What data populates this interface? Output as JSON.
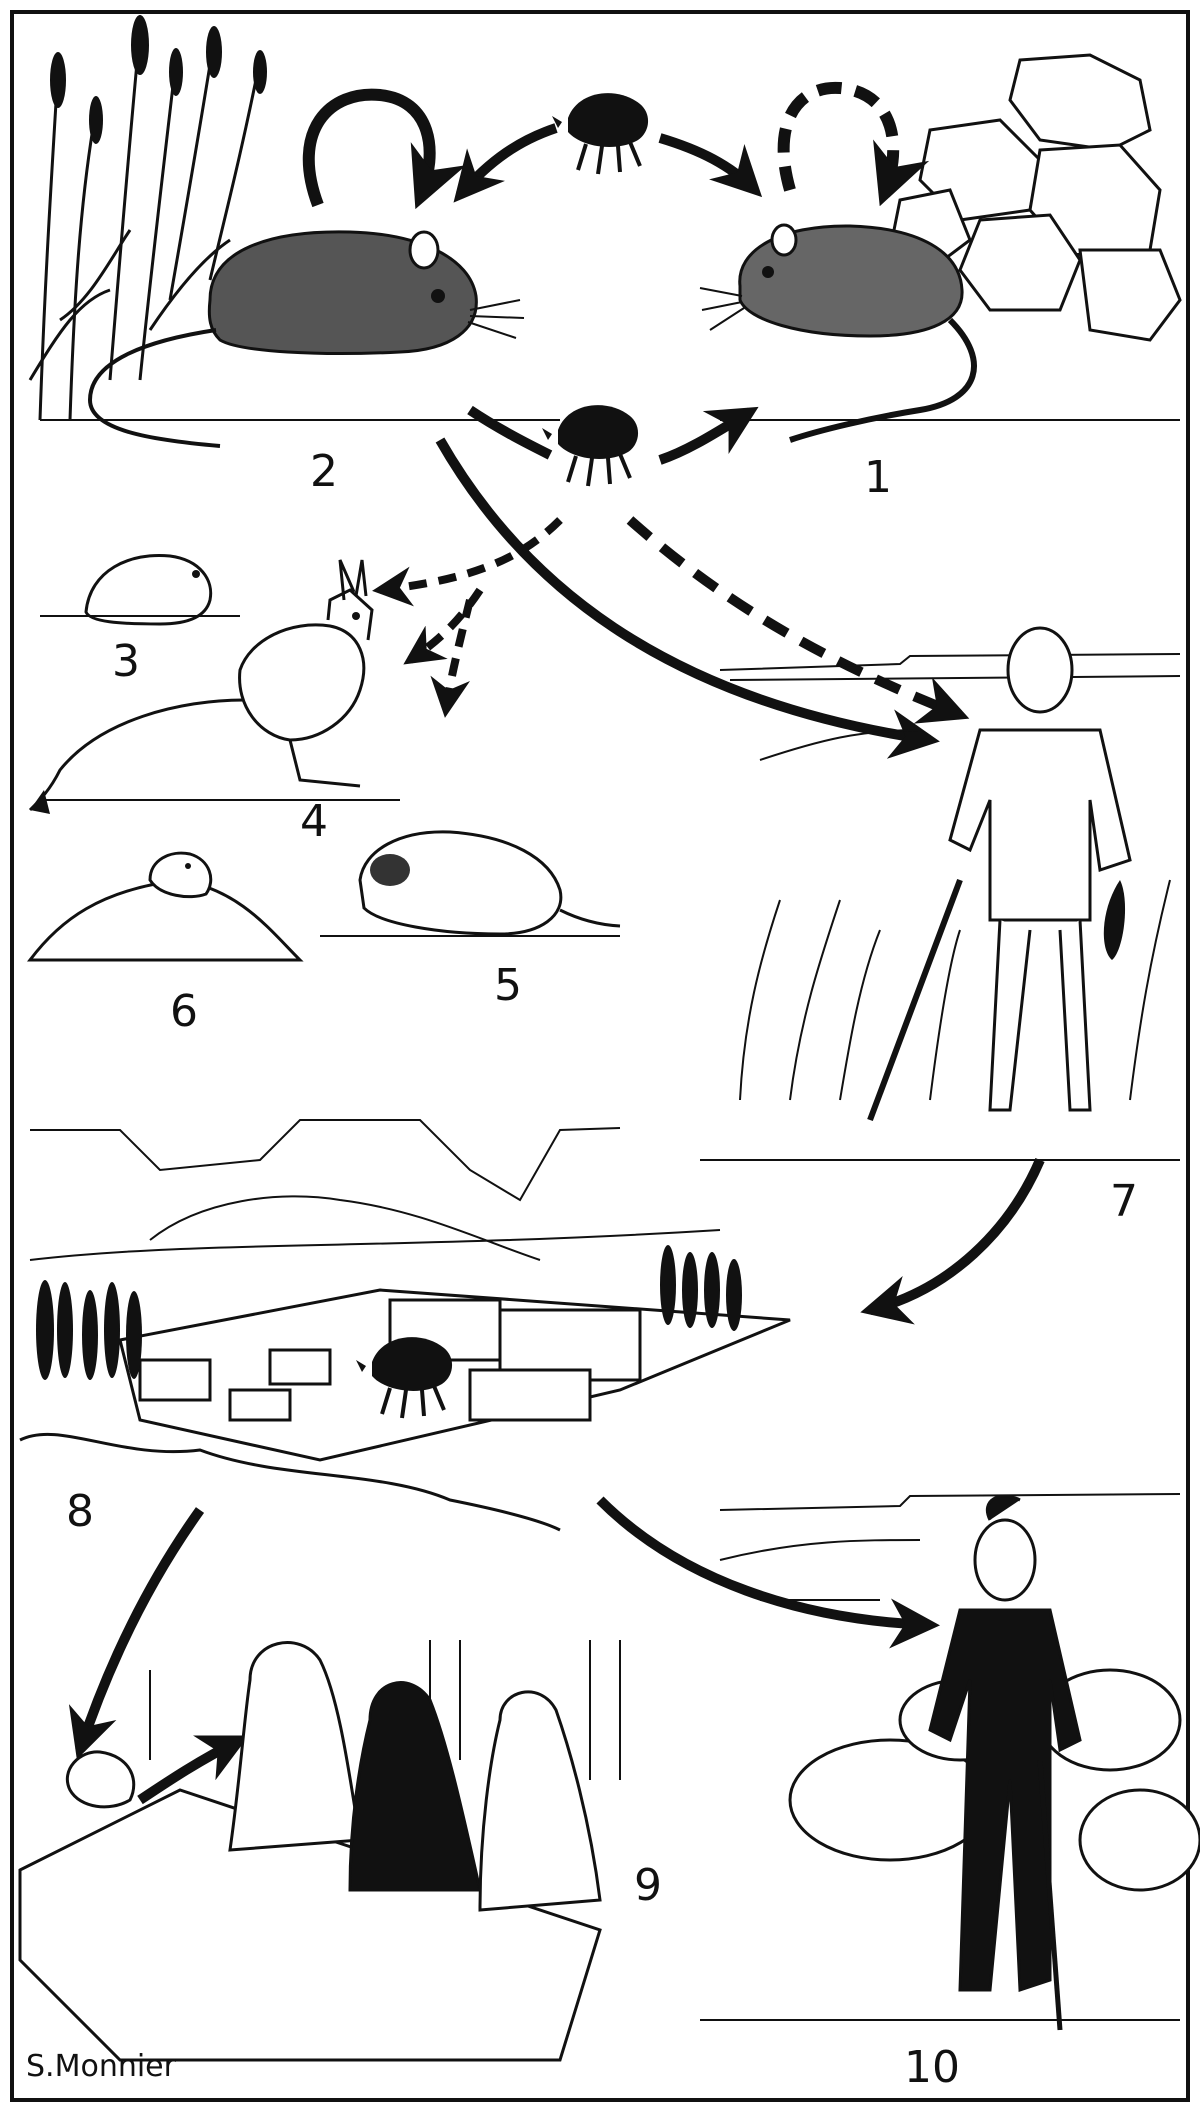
{
  "labels": {
    "n1": "1",
    "n2": "2",
    "n3": "3",
    "n4": "4",
    "n5": "5",
    "n6": "6",
    "n7": "7",
    "n8": "8",
    "n9": "9",
    "n10": "10"
  },
  "signature": "S.Monnier",
  "colors": {
    "ink": "#111111",
    "paper": "#ffffff",
    "shade": "#d9d9d9"
  }
}
